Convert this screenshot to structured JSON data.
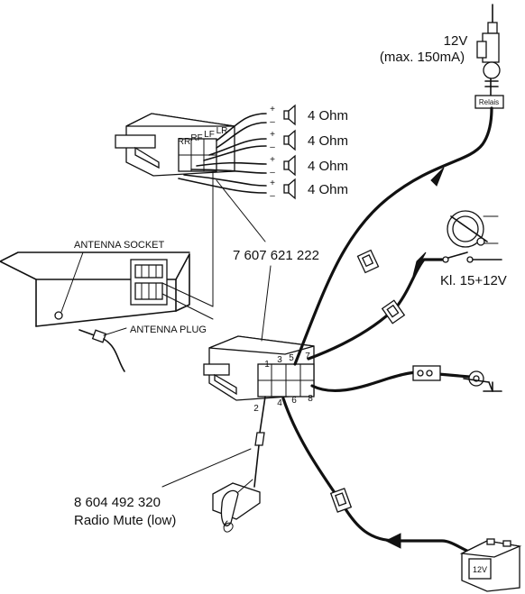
{
  "power_label": {
    "voltage": "12V",
    "current": "(max. 150mA)"
  },
  "relay_label": "Relais",
  "speakers": [
    {
      "plus": "+",
      "minus": "–",
      "label": "4 Ohm"
    },
    {
      "plus": "+",
      "minus": "–",
      "label": "4 Ohm"
    },
    {
      "plus": "+",
      "minus": "–",
      "label": "4 Ohm"
    },
    {
      "plus": "+",
      "minus": "–",
      "label": "4 Ohm"
    }
  ],
  "speaker_connector_channels": [
    "RR",
    "RF",
    "LF",
    "LR"
  ],
  "adapter_part_number": "7 607 621 222",
  "ignition_label": "Kl. 15+12V",
  "antenna_socket_label": "ANTENNA SOCKET",
  "antenna_plug_label": "ANTENNA PLUG",
  "pins": [
    "1",
    "2",
    "3",
    "4",
    "5",
    "6",
    "7",
    "8"
  ],
  "mute_part_number": "8 604 492 320",
  "mute_label": "Radio Mute (low)",
  "battery_label": "12V",
  "colors": {
    "ink": "#111111",
    "background": "#ffffff"
  }
}
